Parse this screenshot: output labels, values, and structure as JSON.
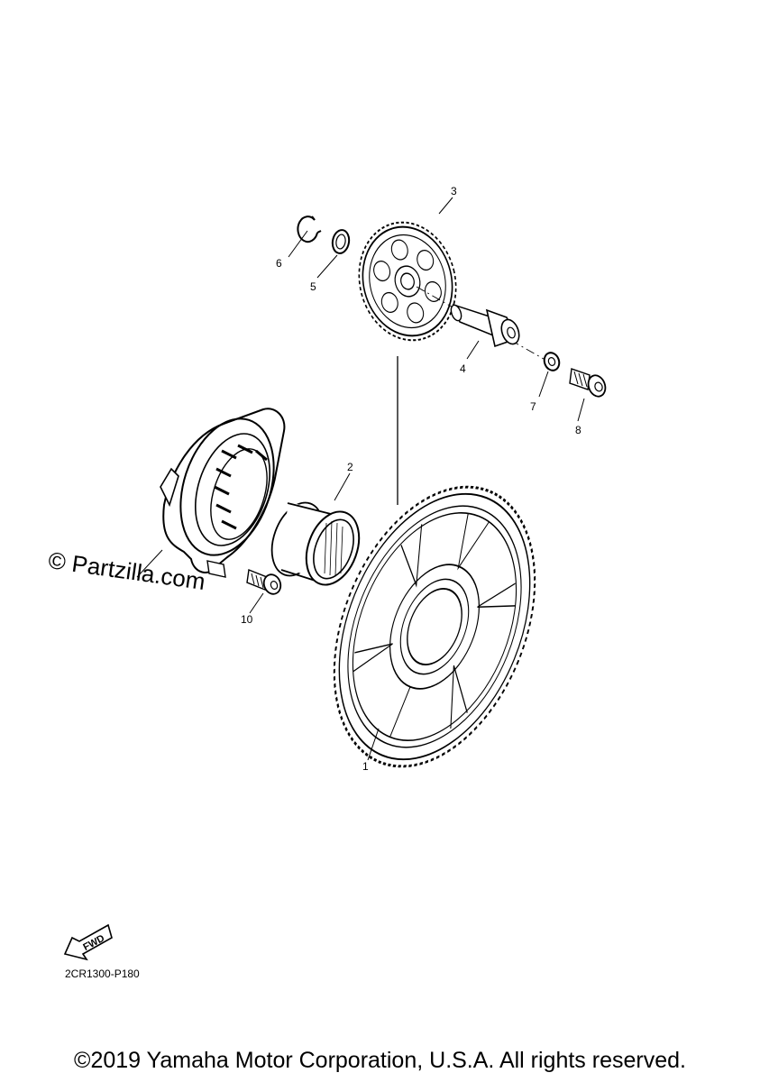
{
  "watermark": "© Partzilla.com",
  "diagram_code": "2CR1300-P180",
  "fwd_label": "FWD",
  "copyright": "©2019 Yamaha Motor Corporation, U.S.A. All rights reserved.",
  "parts": [
    {
      "ref": "1"
    },
    {
      "ref": "2"
    },
    {
      "ref": "3"
    },
    {
      "ref": "4"
    },
    {
      "ref": "5"
    },
    {
      "ref": "6"
    },
    {
      "ref": "7"
    },
    {
      "ref": "8"
    },
    {
      "ref": "10"
    }
  ]
}
